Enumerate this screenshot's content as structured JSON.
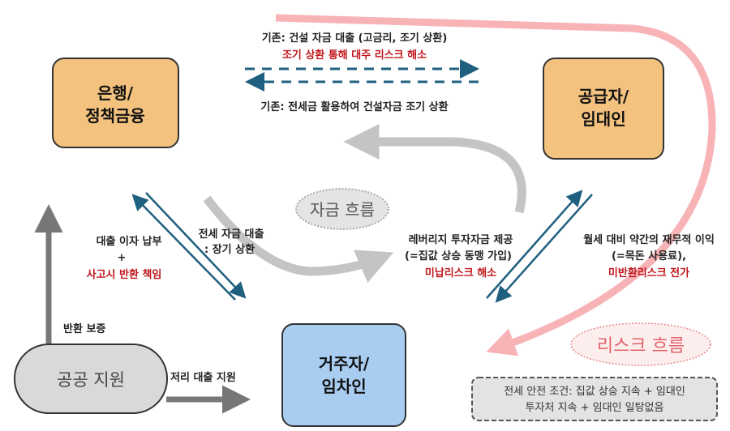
{
  "nodes": {
    "bank": [
      "은행/",
      "정책금융"
    ],
    "supplier": [
      "공급자/",
      "임대인"
    ],
    "resident": [
      "거주자/",
      "임차인"
    ],
    "public": "공공 지원"
  },
  "top": {
    "line1": "기존: 건설 자금 대출 (고금리, 조기 상환)",
    "line2_red": "조기 상환 통해 대주 리스크 해소",
    "line3": "기존: 전세금 활용하여 건설자금 조기 상환"
  },
  "left_arrows": {
    "a": "대출 이자 납부",
    "plus": "+",
    "b_red": "사고시 반환 책임",
    "c": "전세 자금  대출",
    "d": ": 장기 상환"
  },
  "right_arrows": {
    "a": "레버리지 투자자금 제공",
    "b": "(=집값 상승 동맹 가입)",
    "c_red": "미납리스크 해소",
    "d": "월세 대비  약간의 재무적 이익",
    "e": "(=목돈 사용료),",
    "f_red": "미반환리스크 전가"
  },
  "public_labels": {
    "guarantee": "반환 보증",
    "low_loan": "저리 대출 지원"
  },
  "legend": {
    "money_flow": "자금 흐름",
    "risk_flow": "리스크 흐름"
  },
  "condition": [
    "전세 안전 조건: 집값 상승 지속 + 임대인",
    "투자처 지속 + 임대인 일탕없음"
  ],
  "colors": {
    "bank": "#f2c27e",
    "resident": "#a9cdf1",
    "public": "#d9d9d9",
    "blue_arrow": "#1f5f7f",
    "risk": "#f7b3b6",
    "red_text": "#c0161c"
  }
}
